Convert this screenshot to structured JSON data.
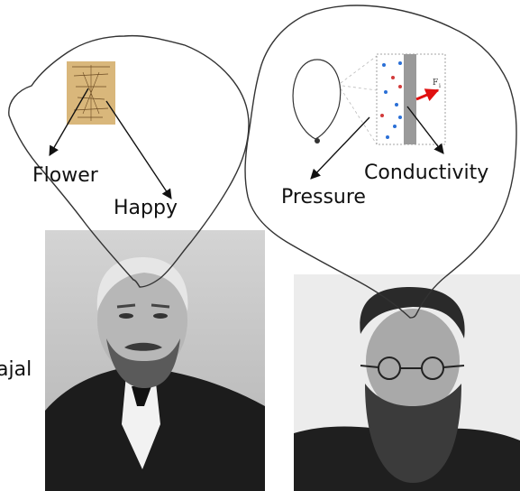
{
  "left_person": {
    "partial_name": "ajal",
    "thought": {
      "labels": [
        "Flower",
        "Happy"
      ]
    }
  },
  "right_person": {
    "thought": {
      "labels": [
        "Pressure",
        "Conductivity"
      ],
      "figure_labels": {
        "force_label": "F",
        "force_subscript": "i"
      }
    }
  },
  "colors": {
    "outline": "#333333",
    "force_arrow": "#e01010",
    "particle_blue": "#2a6fd6",
    "particle_red": "#d23a3a",
    "wall": "#9a9a9a",
    "sketch_paper": "#d9b77b"
  }
}
